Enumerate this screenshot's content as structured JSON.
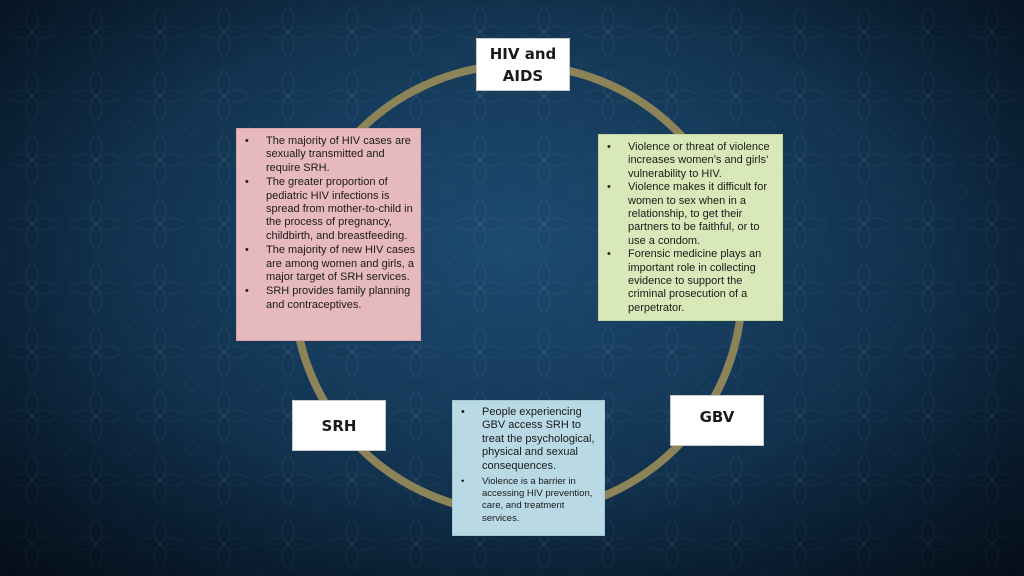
{
  "colors": {
    "background": "#153a5a",
    "ring": "#8c8358",
    "label_box": "#ffffff",
    "note_hiv_srh": "#e6b9bd",
    "note_gbv_hiv": "#d8e8b9",
    "note_gbv_srh": "#b9d9e5"
  },
  "nodes": {
    "hiv": {
      "line1": "HIV and",
      "line2": "AIDS"
    },
    "srh": {
      "label": "SRH"
    },
    "gbv": {
      "label": "GBV"
    }
  },
  "notes": {
    "hiv_srh": [
      "The majority of HIV cases are sexually transmitted and require SRH.",
      "The greater proportion of pediatric HIV infections is spread from mother-to-child in the process of pregnancy, childbirth, and breastfeeding.",
      "The majority of new HIV cases are among women and girls, a major target of SRH services.",
      "SRH provides family planning and contraceptives."
    ],
    "gbv_hiv": [
      "Violence or threat of violence increases women’s and girls’ vulnerability to HIV.",
      "Violence makes it difficult for women to sex when in a relationship, to get their partners to be faithful, or to use a condom.",
      "Forensic medicine plays an important role in collecting evidence to support the criminal prosecution of a perpetrator."
    ],
    "gbv_srh": [
      "People experiencing GBV access SRH to treat the psychological, physical and sexual consequences.",
      "Violence is a barrier in accessing HIV prevention, care, and treatment services."
    ]
  }
}
